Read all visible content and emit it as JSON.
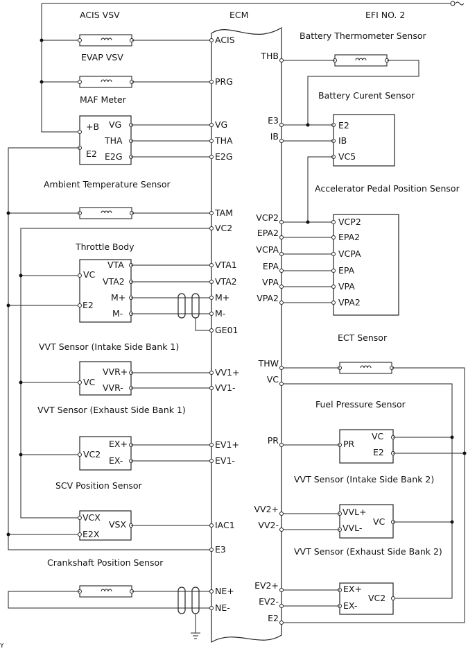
{
  "title": "ECM",
  "power_label": "EFI NO. 2",
  "footer_mark": "Y",
  "left_components": [
    {
      "name": "ACIS VSV"
    },
    {
      "name": "EVAP VSV"
    },
    {
      "name": "MAF Meter"
    },
    {
      "name": "Ambient Temperature Sensor"
    },
    {
      "name": "Throttle Body"
    },
    {
      "name": "VVT Sensor (Intake Side Bank 1)"
    },
    {
      "name": "VVT Sensor (Exhaust Side Bank 1)"
    },
    {
      "name": "SCV Position Sensor"
    },
    {
      "name": "Crankshaft Position Sensor"
    }
  ],
  "right_components": [
    {
      "name": "Battery Thermometer Sensor"
    },
    {
      "name": "Battery Curent Sensor"
    },
    {
      "name": "Accelerator Pedal Position Sensor"
    },
    {
      "name": "ECT Sensor"
    },
    {
      "name": "Fuel Pressure Sensor"
    },
    {
      "name": "VVT Sensor (Intake Side Bank 2)"
    },
    {
      "name": "VVT Sensor (Exhaust Side Bank 2)"
    }
  ],
  "ecm_left_pins": [
    "ACIS",
    "PRG",
    "VG",
    "THA",
    "E2G",
    "TAM",
    "VC2",
    "VTA1",
    "VTA2",
    "M+",
    "M-",
    "GE01",
    "VV1+",
    "VV1-",
    "EV1+",
    "EV1-",
    "IAC1",
    "E3",
    "NE+",
    "NE-"
  ],
  "ecm_right_pins": [
    "THB",
    "E3",
    "IB",
    "VCP2",
    "EPA2",
    "VCPA",
    "EPA",
    "VPA",
    "VPA2",
    "THW",
    "VC",
    "PR",
    "VV2+",
    "VV2-",
    "EV2+",
    "EV2-",
    "E2"
  ],
  "maf_pins": [
    "+B",
    "E2",
    "VG",
    "THA",
    "E2G"
  ],
  "throttle_pins": [
    "VC",
    "E2",
    "VTA",
    "VTA2",
    "M+",
    "M-"
  ],
  "vvt1_in_pins": [
    "VC",
    "VVR+",
    "VVR-"
  ],
  "vvt1_ex_pins": [
    "VC2",
    "EX+",
    "EX-"
  ],
  "scv_pins": [
    "VCX",
    "E2X",
    "VSX"
  ],
  "batt_current_pins": [
    "E2",
    "IB",
    "VC5"
  ],
  "app_pins": [
    "VCP2",
    "EPA2",
    "VCPA",
    "EPA",
    "VPA",
    "VPA2"
  ],
  "fuel_pins": [
    "PR",
    "VC",
    "E2"
  ],
  "vvt2_in_pins": [
    "VVL+",
    "VVL-",
    "VC"
  ],
  "vvt2_ex_pins": [
    "EX+",
    "EX-",
    "VC2"
  ]
}
